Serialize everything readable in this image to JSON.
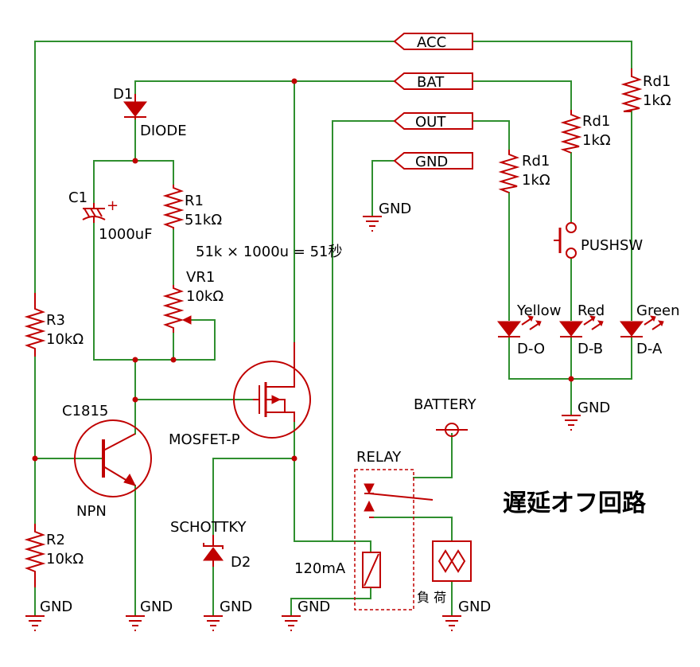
{
  "title": "遅延オフ回路",
  "net_labels": {
    "acc": "ACC",
    "bat": "BAT",
    "out": "OUT",
    "gnd": "GND"
  },
  "gnd_text": "GND",
  "battery_label": "BATTERY",
  "relay_label": "RELAY",
  "relay_current": "120mA",
  "load_label": "負 荷",
  "timing_note": "51k × 1000u = 51秒",
  "components": {
    "d1": {
      "ref": "D1",
      "value": "DIODE"
    },
    "c1": {
      "ref": "C1",
      "value": "1000uF"
    },
    "r1": {
      "ref": "R1",
      "value": "51kΩ"
    },
    "vr1": {
      "ref": "VR1",
      "value": "10kΩ"
    },
    "r3": {
      "ref": "R3",
      "value": "10kΩ"
    },
    "r2": {
      "ref": "R2",
      "value": "10kΩ"
    },
    "q1": {
      "ref": "C1815",
      "value": "NPN"
    },
    "mosfet": {
      "ref": "MOSFET-P"
    },
    "d2": {
      "ref": "SCHOTTKY",
      "value": "D2"
    },
    "rd_acc": {
      "ref": "Rd1",
      "value": "1kΩ"
    },
    "rd_bat": {
      "ref": "Rd1",
      "value": "1kΩ"
    },
    "rd_out": {
      "ref": "Rd1",
      "value": "1kΩ"
    },
    "pushsw": {
      "ref": "PUSHSW"
    },
    "led_yellow": {
      "color_name": "Yellow",
      "ref": "D-O"
    },
    "led_red": {
      "color_name": "Red",
      "ref": "D-B"
    },
    "led_green": {
      "color_name": "Green",
      "ref": "D-A"
    }
  },
  "colors": {
    "wire": "#2f8f2f",
    "component": "#c00000",
    "text": "#000000",
    "background": "#ffffff"
  }
}
